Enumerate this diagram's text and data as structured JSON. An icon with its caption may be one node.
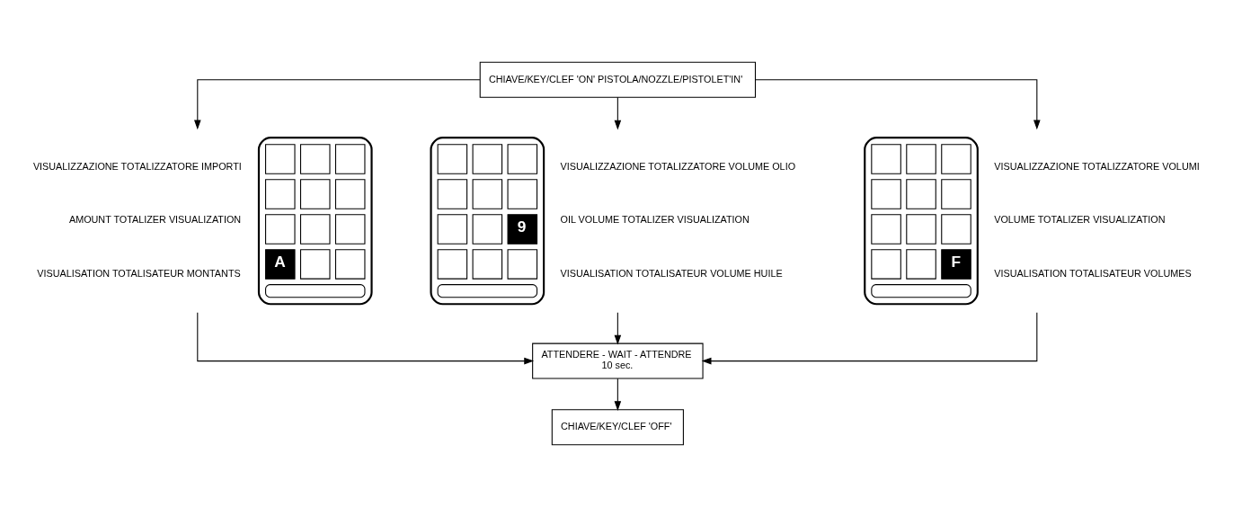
{
  "diagram": {
    "nodes": [
      {
        "text": [
          "CHIAVE/KEY/CLEF 'ON' PISTOLA/NOZZLE/PISTOLET'IN'"
        ]
      },
      {
        "text": [
          "A"
        ],
        "beside": [
          "VISUALIZZAZIONE TOTALIZZATORE IMPORTI",
          "AMOUNT TOTALIZER VISUALIZATION",
          "VISUALISATION TOTALISATEUR MONTANTS"
        ]
      },
      {
        "text": [
          "9"
        ],
        "beside": [
          "VISUALIZZAZIONE TOTALIZZATORE VOLUME OLIO",
          "OIL VOLUME TOTALIZER VISUALIZATION",
          "VISUALISATION TOTALISATEUR VOLUME HUILE"
        ]
      },
      {
        "text": [
          "F"
        ],
        "beside": [
          "VISUALIZZAZIONE TOTALIZZATORE VOLUMI",
          "VOLUME TOTALIZER VISUALIZATION",
          "VISUALISATION TOTALISATEUR VOLUMES"
        ]
      },
      {
        "text": [
          "ATTENDERE - WAIT - ATTENDRE",
          "10 sec."
        ]
      },
      {
        "text": [
          "CHIAVE/KEY/CLEF 'OFF'"
        ]
      }
    ],
    "edges": [
      {
        "from": 0,
        "to": 1,
        "arrow": "to"
      },
      {
        "from": 0,
        "to": 2,
        "arrow": "to"
      },
      {
        "from": 0,
        "to": 3,
        "arrow": "to"
      },
      {
        "from": 1,
        "to": 4,
        "arrow": "to"
      },
      {
        "from": 2,
        "to": 4,
        "arrow": "to"
      },
      {
        "from": 3,
        "to": 4,
        "arrow": "to"
      },
      {
        "from": 4,
        "to": 5,
        "arrow": "to"
      }
    ]
  }
}
